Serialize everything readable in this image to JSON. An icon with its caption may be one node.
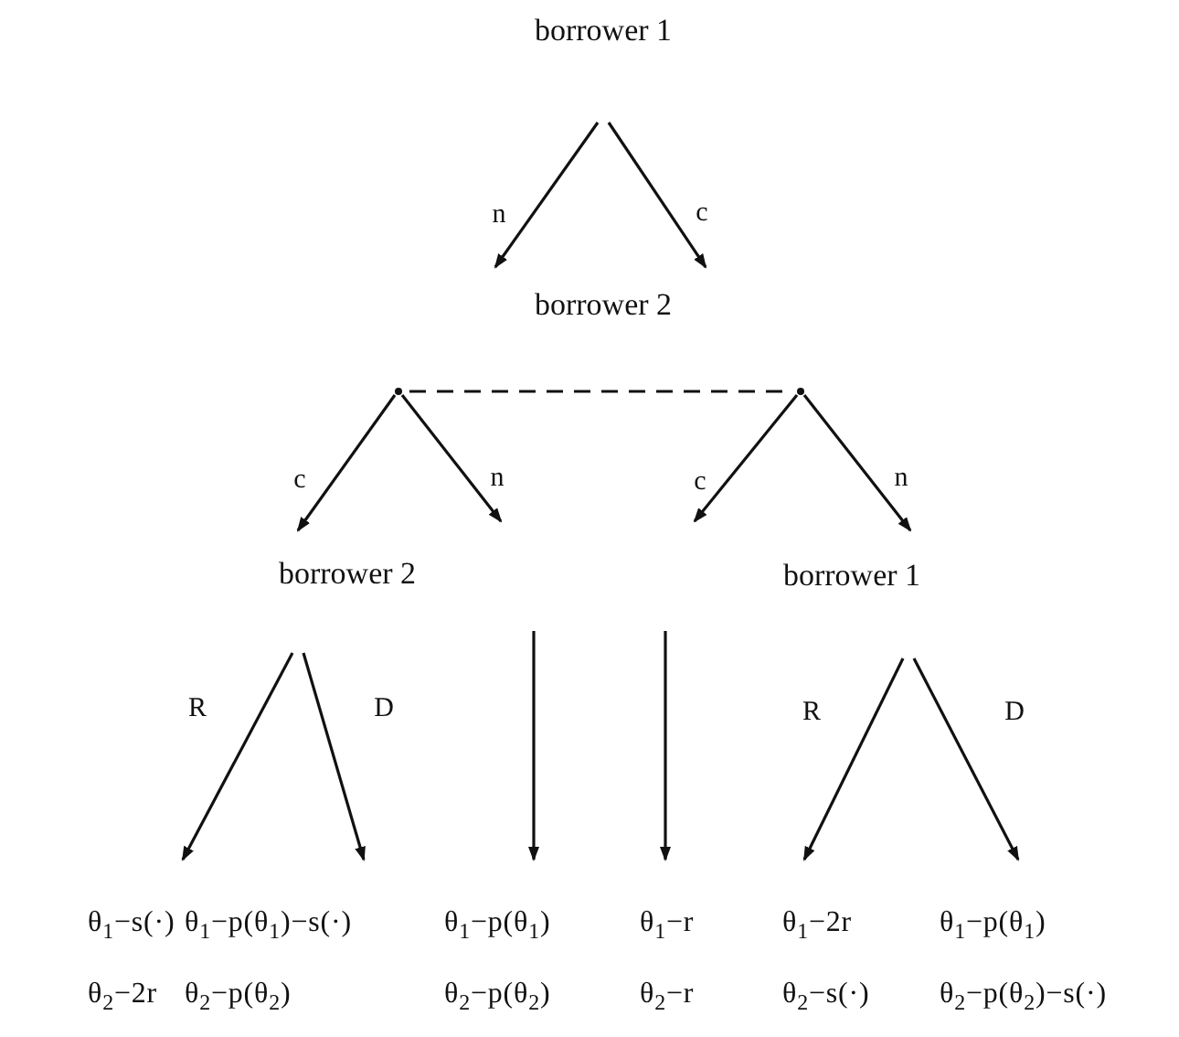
{
  "diagram": {
    "nodes": [
      {
        "text": [
          "borrower 1"
        ]
      },
      {
        "text": [
          "borrower 2"
        ]
      },
      {
        "text": [],
        "shape": "point"
      },
      {
        "text": [],
        "shape": "point"
      },
      {
        "text": [
          "borrower 2"
        ]
      },
      {
        "text": [
          "borrower 1"
        ]
      },
      {
        "text": [
          "θ$_{1}$−s(·)",
          "θ$_{2}$−2r"
        ]
      },
      {
        "text": [
          "θ$_{1}$−p(θ$_{1}$)−s(·)",
          "θ$_{2}$−p(θ$_{2}$)"
        ]
      },
      {
        "text": [
          "θ$_{1}$−p(θ$_{1}$)",
          "θ$_{2}$−p(θ$_{2}$)"
        ]
      },
      {
        "text": [
          "θ$_{1}$−r",
          "θ$_{2}$−r"
        ]
      },
      {
        "text": [
          "θ$_{1}$−2r",
          "θ$_{2}$−s(·)"
        ]
      },
      {
        "text": [
          "θ$_{1}$−p(θ$_{1}$)",
          "θ$_{2}$−p(θ$_{2}$)−s(·)"
        ]
      }
    ],
    "edges": [
      {
        "from": 0,
        "to": 1,
        "arrow": "to",
        "label": "n"
      },
      {
        "from": 0,
        "to": 1,
        "arrow": "to",
        "label": "c"
      },
      {
        "from": 2,
        "to": 3,
        "arrow": "none",
        "style": "dashed"
      },
      {
        "from": 2,
        "to": 4,
        "arrow": "to",
        "label": "c"
      },
      {
        "from": 2,
        "to": null,
        "arrow": "to",
        "label": "n"
      },
      {
        "from": 3,
        "to": null,
        "arrow": "to",
        "label": "c"
      },
      {
        "from": 3,
        "to": 5,
        "arrow": "to",
        "label": "n"
      },
      {
        "from": 4,
        "to": 6,
        "arrow": "to",
        "label": "R"
      },
      {
        "from": 4,
        "to": 7,
        "arrow": "to",
        "label": "D"
      },
      {
        "from": null,
        "to": 8,
        "arrow": "to"
      },
      {
        "from": null,
        "to": 9,
        "arrow": "to"
      },
      {
        "from": 5,
        "to": 10,
        "arrow": "to",
        "label": "R"
      },
      {
        "from": 5,
        "to": 11,
        "arrow": "to",
        "label": "D"
      }
    ]
  }
}
